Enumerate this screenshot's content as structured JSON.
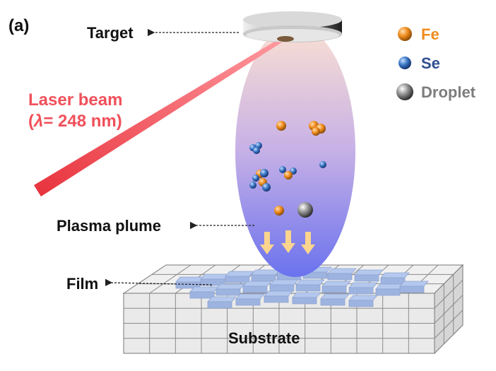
{
  "panel_label": "(a)",
  "labels": {
    "target": "Target",
    "laser_beam": "Laser beam",
    "wavelength_prefix": "(",
    "wavelength_symbol": "λ",
    "wavelength_value": "= 248 nm)",
    "plasma_plume": "Plasma plume",
    "film": "Film",
    "substrate": "Substrate"
  },
  "legend": [
    {
      "name": "Fe",
      "color": "#f08c1e",
      "text_color": "#f08c1e",
      "kind": "fe"
    },
    {
      "name": "Se",
      "color": "#3c78c8",
      "text_color": "#2e4f8f",
      "kind": "se"
    },
    {
      "name": "Droplet",
      "color": "#808080",
      "text_color": "#7d7d7d",
      "kind": "droplet"
    }
  ],
  "colors": {
    "laser": "#e8323c",
    "laser_text": "#f0505a",
    "plume_top": "#fbe0d2",
    "plume_bottom": "#6a72ee",
    "arrow": "#fbd58e",
    "substrate": "#f0f0f0",
    "film": "#b4c8ee"
  }
}
